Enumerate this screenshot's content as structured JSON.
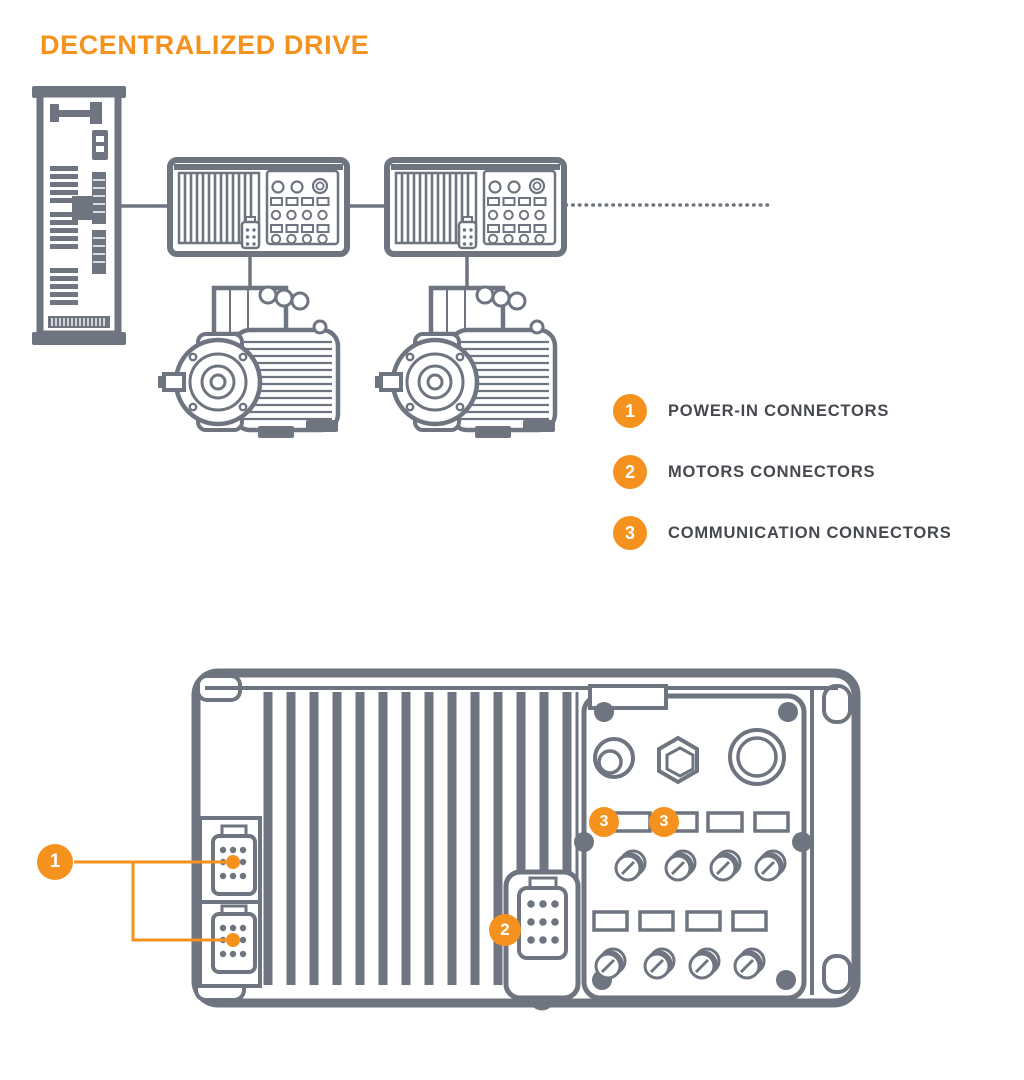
{
  "title": "DECENTRALIZED DRIVE",
  "colors": {
    "accent_orange": "#F5921E",
    "diagram_gray": "#6E7480",
    "label_text": "#45494F",
    "background": "#FFFFFF"
  },
  "legend": {
    "items": [
      {
        "number": "1",
        "label": "POWER-IN CONNECTORS"
      },
      {
        "number": "2",
        "label": "MOTORS CONNECTORS"
      },
      {
        "number": "3",
        "label": "COMMUNICATION CONNECTORS"
      }
    ]
  },
  "detail_callouts": [
    {
      "number": "1",
      "target": "power-in-connectors"
    },
    {
      "number": "2",
      "target": "motors-connector"
    },
    {
      "number": "3",
      "target": "communication-connector-left"
    },
    {
      "number": "3",
      "target": "communication-connector-right"
    }
  ]
}
